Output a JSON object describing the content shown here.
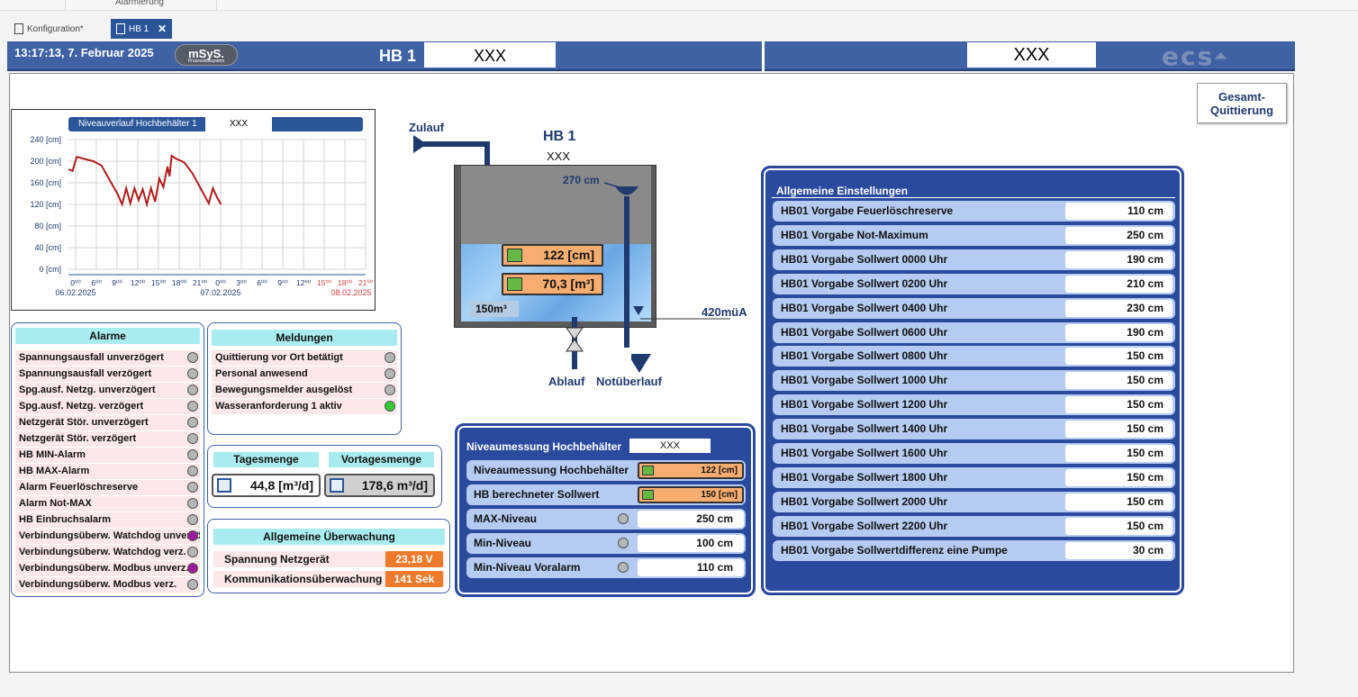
{
  "ribbon": {
    "label": "Alarmierung"
  },
  "tabs": [
    {
      "label": "Konfiguration*"
    },
    {
      "label": "HB 1"
    }
  ],
  "header": {
    "datetime": "13:17:13, 7. Februar 2025",
    "logo_left": "mSyS.",
    "logo_left_sub": "Prozessleitsystem",
    "title": "HB 1",
    "field1": "XXX",
    "field2": "XXX",
    "logo_right": "ecs",
    "colors": {
      "header_bg": "#3f62a4",
      "panel_bg": "#2a4a9e",
      "row_bg": "#b5cbf1",
      "accent_orange": "#f7ad70",
      "section_head": "#a9ecef"
    }
  },
  "gesamt_button": "Gesamt-\nQuittierung",
  "chart": {
    "title": "Niveauverlauf Hochbehälter 1",
    "title_field": "XXX"
  },
  "chart_data": {
    "type": "line",
    "title": "Niveauverlauf Hochbehälter 1",
    "ylabel": "",
    "yticks": [
      "240 [cm]",
      "200 [cm]",
      "160 [cm]",
      "120 [cm]",
      "80 [cm]",
      "40 [cm]",
      "0 [cm]"
    ],
    "ylim": [
      0,
      240
    ],
    "xticks": [
      "0⁰⁰",
      "6⁰⁰",
      "9⁰⁰",
      "12⁰⁰",
      "15⁰⁰",
      "18⁰⁰",
      "21⁰⁰",
      "0⁰⁰",
      "3⁰⁰",
      "6⁰⁰",
      "9⁰⁰",
      "12⁰⁰",
      "15⁰⁰",
      "18⁰⁰",
      "21⁰⁰"
    ],
    "dates": [
      "06.02.2025",
      "07.02.2025",
      "08.02.2025"
    ],
    "xlim": [
      0,
      72
    ],
    "grid": true,
    "series": [
      {
        "x": [
          0,
          1,
          2,
          4,
          6,
          8,
          10,
          12,
          13,
          14,
          15,
          16,
          17,
          18,
          19,
          20,
          21,
          22,
          23,
          24,
          24.5,
          25,
          26,
          28,
          30,
          32,
          34,
          35,
          36,
          37
        ],
        "y": [
          185,
          182,
          208,
          204,
          200,
          192,
          165,
          138,
          120,
          150,
          122,
          150,
          128,
          148,
          120,
          150,
          125,
          168,
          152,
          190,
          172,
          210,
          205,
          198,
          178,
          150,
          122,
          150,
          133,
          120
        ]
      }
    ]
  },
  "alarme": {
    "title": "Alarme",
    "items": [
      {
        "label": "Spannungsausfall unverzögert",
        "color": "#b6b6b6"
      },
      {
        "label": "Spannungsausfall verzögert",
        "color": "#b6b6b6"
      },
      {
        "label": "Spg.ausf. Netzg. unverzögert",
        "color": "#b6b6b6"
      },
      {
        "label": "Spg.ausf. Netzg. verzögert",
        "color": "#b6b6b6"
      },
      {
        "label": "Netzgerät Stör. unverzögert",
        "color": "#b6b6b6"
      },
      {
        "label": "Netzgerät Stör. verzögert",
        "color": "#b6b6b6"
      },
      {
        "label": "HB MIN-Alarm",
        "color": "#b6b6b6"
      },
      {
        "label": "HB MAX-Alarm",
        "color": "#b6b6b6"
      },
      {
        "label": "Alarm Feuerlöschreserve",
        "color": "#b6b6b6"
      },
      {
        "label": "Alarm Not-MAX",
        "color": "#b6b6b6"
      },
      {
        "label": "HB Einbruchsalarm",
        "color": "#b6b6b6"
      },
      {
        "label": "Verbindungsüberw. Watchdog unverzögert",
        "color": "#9b1a9b"
      },
      {
        "label": "Verbindungsüberw. Watchdog verz.",
        "color": "#b6b6b6"
      },
      {
        "label": "Verbindungsüberw. Modbus unverz.",
        "color": "#9b1a9b"
      },
      {
        "label": "Verbindungsüberw. Modbus verz.",
        "color": "#b6b6b6"
      }
    ]
  },
  "meldungen": {
    "title": "Meldungen",
    "items": [
      {
        "label": "Quittierung vor Ort betätigt",
        "color": "#b6b6b6"
      },
      {
        "label": "Personal anwesend",
        "color": "#b6b6b6"
      },
      {
        "label": "Bewegungsmelder ausgelöst",
        "color": "#b6b6b6"
      },
      {
        "label": "Wasseranforderung 1 aktiv",
        "color": "#33cc33"
      }
    ]
  },
  "mengen": {
    "tages_label": "Tagesmenge",
    "tages_value": "44,8 [m³/d]",
    "vortages_label": "Vortagesmenge",
    "vortages_value": "178,6 m³/d]"
  },
  "ueberwachung": {
    "title": "Allgemeine Überwachung",
    "rows": [
      {
        "label": "Spannung Netzgerät",
        "value": "23,18 V"
      },
      {
        "label": "Kommunikationsüberwachung",
        "value": "141 Sek"
      }
    ]
  },
  "tank": {
    "zulauf": "Zulauf",
    "title": "HB 1",
    "subtitle": "XXX",
    "level_top": "270 cm",
    "level_value": "122 [cm]",
    "volume_value": "70,3 [m³]",
    "capacity": "150m³",
    "sensor": "420müA",
    "ablauf": "Ablauf",
    "notueberlauf": "Notüberlauf"
  },
  "niveau": {
    "title": "Niveaumessung Hochbehälter",
    "title_field": "XXX",
    "rows": [
      {
        "label": "Niveaumessung Hochbehälter",
        "value": "122 [cm]",
        "type": "measure"
      },
      {
        "label": "HB berechneter Sollwert",
        "value": "150 [cm]",
        "type": "measure"
      },
      {
        "label": "MAX-Niveau",
        "value": "250 cm",
        "type": "limit"
      },
      {
        "label": "Min-Niveau",
        "value": "100 cm",
        "type": "limit"
      },
      {
        "label": "Min-Niveau Voralarm",
        "value": "110 cm",
        "type": "limit"
      }
    ]
  },
  "einstellungen": {
    "title": "Allgemeine Einstellungen",
    "rows": [
      {
        "label": "HB01 Vorgabe Feuerlöschreserve",
        "value": "110 cm"
      },
      {
        "label": "HB01 Vorgabe Not-Maximum",
        "value": "250 cm"
      },
      {
        "label": "HB01 Vorgabe Sollwert 0000 Uhr",
        "value": "190 cm"
      },
      {
        "label": "HB01 Vorgabe Sollwert 0200 Uhr",
        "value": "210 cm"
      },
      {
        "label": "HB01 Vorgabe Sollwert 0400 Uhr",
        "value": "230 cm"
      },
      {
        "label": "HB01 Vorgabe Sollwert 0600 Uhr",
        "value": "190 cm"
      },
      {
        "label": "HB01 Vorgabe Sollwert 0800 Uhr",
        "value": "150 cm"
      },
      {
        "label": "HB01 Vorgabe Sollwert 1000 Uhr",
        "value": "150 cm"
      },
      {
        "label": "HB01 Vorgabe Sollwert 1200 Uhr",
        "value": "150 cm"
      },
      {
        "label": "HB01 Vorgabe Sollwert 1400 Uhr",
        "value": "150 cm"
      },
      {
        "label": "HB01 Vorgabe Sollwert 1600 Uhr",
        "value": "150 cm"
      },
      {
        "label": "HB01 Vorgabe Sollwert 1800 Uhr",
        "value": "150 cm"
      },
      {
        "label": "HB01 Vorgabe Sollwert 2000 Uhr",
        "value": "150 cm"
      },
      {
        "label": "HB01 Vorgabe Sollwert 2200 Uhr",
        "value": "150 cm"
      },
      {
        "label": "HB01 Vorgabe Sollwertdifferenz eine Pumpe",
        "value": "30 cm"
      }
    ]
  }
}
